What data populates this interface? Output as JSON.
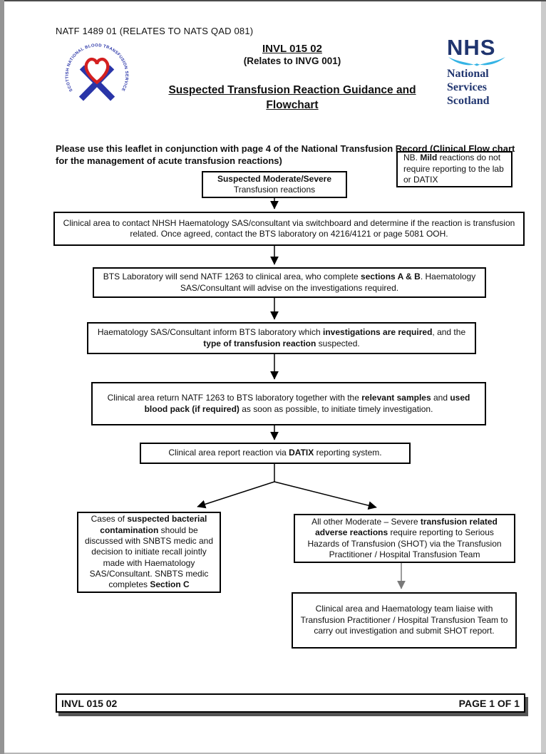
{
  "header": {
    "doc_ref": "NATF 1489 01 (RELATES TO NATS QAD 081)",
    "code": "INVL 015 02",
    "relates": "(Relates to INVG 001)",
    "title_line1": "Suspected Transfusion Reaction Guidance and",
    "title_line2": "Flowchart"
  },
  "logos": {
    "snbts_ring_text": "SCOTTISH NATIONAL BLOOD TRANSFUSION SERVICE",
    "nhs_word": "NHS",
    "nhs_sub_line1": "National",
    "nhs_sub_line2": "Services",
    "nhs_sub_line3": "Scotland"
  },
  "colors": {
    "nhs_navy": "#20356f",
    "nhs_light_blue": "#35b4e5",
    "snbts_blue": "#2a35a8",
    "snbts_heart_red": "#d42020",
    "box_border": "#000000",
    "gray_arrow": "#7a7a7a"
  },
  "intro_text": "Please use this leaflet in conjunction with page 4 of the National Transfusion Record (Clinical Flow chart for the management of acute transfusion reactions)",
  "note_box": {
    "segments": [
      {
        "t": "NB. "
      },
      {
        "t": "Mild",
        "b": true
      },
      {
        "t": " reactions do not require reporting to the lab or DATIX"
      }
    ]
  },
  "flow": {
    "start_title": "Suspected Moderate/Severe",
    "start_sub": "Transfusion reactions",
    "contact": {
      "segments": [
        {
          "t": "Clinical area to contact NHSH Haematology SAS/consultant via switchboard and determine if the reaction is transfusion related. Once agreed, contact the BTS laboratory on 4216/4121 or page 5081 OOH."
        }
      ]
    },
    "natf": {
      "segments": [
        {
          "t": "BTS Laboratory will send NATF 1263 to clinical area, who complete "
        },
        {
          "t": "sections A & B",
          "b": true
        },
        {
          "t": ". Haematology SAS/Consultant will advise on the investigations required."
        }
      ]
    },
    "inform": {
      "segments": [
        {
          "t": "Haematology SAS/Consultant inform BTS laboratory which "
        },
        {
          "t": "investigations are required",
          "b": true
        },
        {
          "t": ", and the "
        },
        {
          "t": "type of transfusion reaction",
          "b": true
        },
        {
          "t": " suspected."
        }
      ]
    },
    "return": {
      "segments": [
        {
          "t": "Clinical area return NATF 1263 to BTS laboratory together with the "
        },
        {
          "t": "relevant samples",
          "b": true
        },
        {
          "t": " and "
        },
        {
          "t": "used blood pack (if required)",
          "b": true
        },
        {
          "t": " as soon as possible, to initiate timely investigation."
        }
      ]
    },
    "datix": {
      "segments": [
        {
          "t": "Clinical area report reaction via "
        },
        {
          "t": "DATIX",
          "b": true
        },
        {
          "t": " reporting system."
        }
      ]
    },
    "bacterial": {
      "segments": [
        {
          "t": "Cases of "
        },
        {
          "t": "suspected bacterial contamination",
          "b": true
        },
        {
          "t": " should be discussed with SNBTS medic and decision to initiate recall jointly made with Haematology SAS/Consultant. SNBTS medic completes "
        },
        {
          "t": "Section C",
          "b": true
        }
      ]
    },
    "shot": {
      "segments": [
        {
          "t": "All other Moderate – Severe "
        },
        {
          "t": "transfusion related adverse reactions",
          "b": true
        },
        {
          "t": " require reporting to Serious Hazards of Transfusion (SHOT) via the Transfusion Practitioner / Hospital Transfusion Team"
        }
      ]
    },
    "liaise": {
      "segments": [
        {
          "t": "Clinical area and Haematology team liaise with Transfusion Practitioner / Hospital Transfusion Team to carry out investigation and submit SHOT report."
        }
      ]
    }
  },
  "footer": {
    "left": "INVL 015 02",
    "right": "PAGE 1 OF 1"
  }
}
